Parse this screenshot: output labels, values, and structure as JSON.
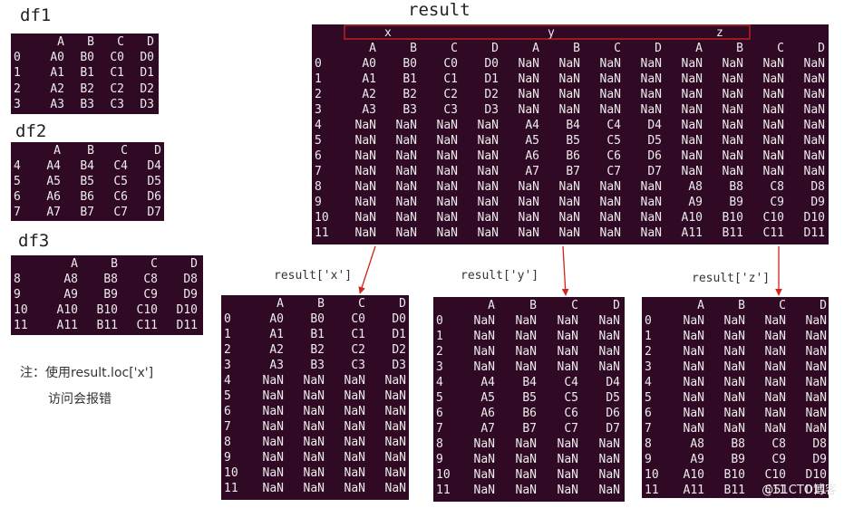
{
  "labels": {
    "df1": "df1",
    "df2": "df2",
    "df3": "df3",
    "result": "result",
    "result_x": "result['x']",
    "result_y": "result['y']",
    "result_z": "result['z']"
  },
  "note": {
    "line1": "注：使用result.loc['x']",
    "line2": "访问会报错"
  },
  "watermark": "@51CTO博客",
  "colors": {
    "terminal_bg": "#300a24",
    "terminal_text": "#ececec",
    "arrow": "#d0241c",
    "highlight_box": "#d0241c"
  },
  "df1": {
    "columns": [
      "",
      "A",
      "B",
      "C",
      "D"
    ],
    "rows": [
      [
        "0",
        "A0",
        "B0",
        "C0",
        "D0"
      ],
      [
        "1",
        "A1",
        "B1",
        "C1",
        "D1"
      ],
      [
        "2",
        "A2",
        "B2",
        "C2",
        "D2"
      ],
      [
        "3",
        "A3",
        "B3",
        "C3",
        "D3"
      ]
    ]
  },
  "df2": {
    "columns": [
      "",
      "A",
      "B",
      "C",
      "D"
    ],
    "rows": [
      [
        "4",
        "A4",
        "B4",
        "C4",
        "D4"
      ],
      [
        "5",
        "A5",
        "B5",
        "C5",
        "D5"
      ],
      [
        "6",
        "A6",
        "B6",
        "C6",
        "D6"
      ],
      [
        "7",
        "A7",
        "B7",
        "C7",
        "D7"
      ]
    ]
  },
  "df3": {
    "columns": [
      "",
      "A",
      "B",
      "C",
      "D"
    ],
    "rows": [
      [
        "8",
        "A8",
        "B8",
        "C8",
        "D8"
      ],
      [
        "9",
        "A9",
        "B9",
        "C9",
        "D9"
      ],
      [
        "10",
        "A10",
        "B10",
        "C10",
        "D10"
      ],
      [
        "11",
        "A11",
        "B11",
        "C11",
        "D11"
      ]
    ]
  },
  "result": {
    "keys": [
      "x",
      "y",
      "z"
    ],
    "columns": [
      "",
      "A",
      "B",
      "C",
      "D",
      "A",
      "B",
      "C",
      "D",
      "A",
      "B",
      "C",
      "D"
    ],
    "rows": [
      [
        "0",
        "A0",
        "B0",
        "C0",
        "D0",
        "NaN",
        "NaN",
        "NaN",
        "NaN",
        "NaN",
        "NaN",
        "NaN",
        "NaN"
      ],
      [
        "1",
        "A1",
        "B1",
        "C1",
        "D1",
        "NaN",
        "NaN",
        "NaN",
        "NaN",
        "NaN",
        "NaN",
        "NaN",
        "NaN"
      ],
      [
        "2",
        "A2",
        "B2",
        "C2",
        "D2",
        "NaN",
        "NaN",
        "NaN",
        "NaN",
        "NaN",
        "NaN",
        "NaN",
        "NaN"
      ],
      [
        "3",
        "A3",
        "B3",
        "C3",
        "D3",
        "NaN",
        "NaN",
        "NaN",
        "NaN",
        "NaN",
        "NaN",
        "NaN",
        "NaN"
      ],
      [
        "4",
        "NaN",
        "NaN",
        "NaN",
        "NaN",
        "A4",
        "B4",
        "C4",
        "D4",
        "NaN",
        "NaN",
        "NaN",
        "NaN"
      ],
      [
        "5",
        "NaN",
        "NaN",
        "NaN",
        "NaN",
        "A5",
        "B5",
        "C5",
        "D5",
        "NaN",
        "NaN",
        "NaN",
        "NaN"
      ],
      [
        "6",
        "NaN",
        "NaN",
        "NaN",
        "NaN",
        "A6",
        "B6",
        "C6",
        "D6",
        "NaN",
        "NaN",
        "NaN",
        "NaN"
      ],
      [
        "7",
        "NaN",
        "NaN",
        "NaN",
        "NaN",
        "A7",
        "B7",
        "C7",
        "D7",
        "NaN",
        "NaN",
        "NaN",
        "NaN"
      ],
      [
        "8",
        "NaN",
        "NaN",
        "NaN",
        "NaN",
        "NaN",
        "NaN",
        "NaN",
        "NaN",
        "A8",
        "B8",
        "C8",
        "D8"
      ],
      [
        "9",
        "NaN",
        "NaN",
        "NaN",
        "NaN",
        "NaN",
        "NaN",
        "NaN",
        "NaN",
        "A9",
        "B9",
        "C9",
        "D9"
      ],
      [
        "10",
        "NaN",
        "NaN",
        "NaN",
        "NaN",
        "NaN",
        "NaN",
        "NaN",
        "NaN",
        "A10",
        "B10",
        "C10",
        "D10"
      ],
      [
        "11",
        "NaN",
        "NaN",
        "NaN",
        "NaN",
        "NaN",
        "NaN",
        "NaN",
        "NaN",
        "A11",
        "B11",
        "C11",
        "D11"
      ]
    ]
  },
  "result_x": {
    "columns": [
      "",
      "A",
      "B",
      "C",
      "D"
    ],
    "rows": [
      [
        "0",
        "A0",
        "B0",
        "C0",
        "D0"
      ],
      [
        "1",
        "A1",
        "B1",
        "C1",
        "D1"
      ],
      [
        "2",
        "A2",
        "B2",
        "C2",
        "D2"
      ],
      [
        "3",
        "A3",
        "B3",
        "C3",
        "D3"
      ],
      [
        "4",
        "NaN",
        "NaN",
        "NaN",
        "NaN"
      ],
      [
        "5",
        "NaN",
        "NaN",
        "NaN",
        "NaN"
      ],
      [
        "6",
        "NaN",
        "NaN",
        "NaN",
        "NaN"
      ],
      [
        "7",
        "NaN",
        "NaN",
        "NaN",
        "NaN"
      ],
      [
        "8",
        "NaN",
        "NaN",
        "NaN",
        "NaN"
      ],
      [
        "9",
        "NaN",
        "NaN",
        "NaN",
        "NaN"
      ],
      [
        "10",
        "NaN",
        "NaN",
        "NaN",
        "NaN"
      ],
      [
        "11",
        "NaN",
        "NaN",
        "NaN",
        "NaN"
      ]
    ]
  },
  "result_y": {
    "columns": [
      "",
      "A",
      "B",
      "C",
      "D"
    ],
    "rows": [
      [
        "0",
        "NaN",
        "NaN",
        "NaN",
        "NaN"
      ],
      [
        "1",
        "NaN",
        "NaN",
        "NaN",
        "NaN"
      ],
      [
        "2",
        "NaN",
        "NaN",
        "NaN",
        "NaN"
      ],
      [
        "3",
        "NaN",
        "NaN",
        "NaN",
        "NaN"
      ],
      [
        "4",
        "A4",
        "B4",
        "C4",
        "D4"
      ],
      [
        "5",
        "A5",
        "B5",
        "C5",
        "D5"
      ],
      [
        "6",
        "A6",
        "B6",
        "C6",
        "D6"
      ],
      [
        "7",
        "A7",
        "B7",
        "C7",
        "D7"
      ],
      [
        "8",
        "NaN",
        "NaN",
        "NaN",
        "NaN"
      ],
      [
        "9",
        "NaN",
        "NaN",
        "NaN",
        "NaN"
      ],
      [
        "10",
        "NaN",
        "NaN",
        "NaN",
        "NaN"
      ],
      [
        "11",
        "NaN",
        "NaN",
        "NaN",
        "NaN"
      ]
    ]
  },
  "result_z": {
    "columns": [
      "",
      "A",
      "B",
      "C",
      "D"
    ],
    "rows": [
      [
        "0",
        "NaN",
        "NaN",
        "NaN",
        "NaN"
      ],
      [
        "1",
        "NaN",
        "NaN",
        "NaN",
        "NaN"
      ],
      [
        "2",
        "NaN",
        "NaN",
        "NaN",
        "NaN"
      ],
      [
        "3",
        "NaN",
        "NaN",
        "NaN",
        "NaN"
      ],
      [
        "4",
        "NaN",
        "NaN",
        "NaN",
        "NaN"
      ],
      [
        "5",
        "NaN",
        "NaN",
        "NaN",
        "NaN"
      ],
      [
        "6",
        "NaN",
        "NaN",
        "NaN",
        "NaN"
      ],
      [
        "7",
        "NaN",
        "NaN",
        "NaN",
        "NaN"
      ],
      [
        "8",
        "A8",
        "B8",
        "C8",
        "D8"
      ],
      [
        "9",
        "A9",
        "B9",
        "C9",
        "D9"
      ],
      [
        "10",
        "A10",
        "B10",
        "C10",
        "D10"
      ],
      [
        "11",
        "A11",
        "B11",
        "C11",
        "D11"
      ]
    ]
  }
}
